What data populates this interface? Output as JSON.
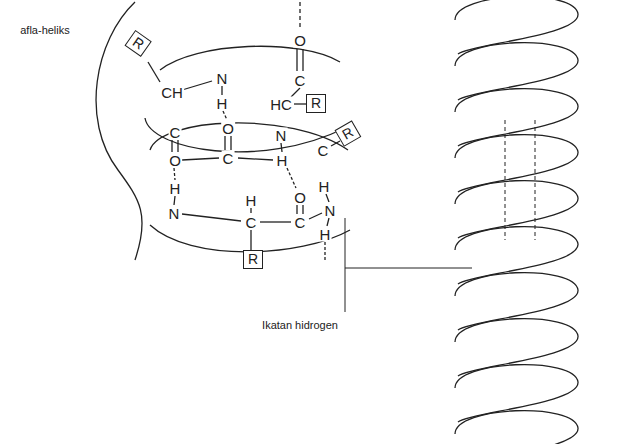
{
  "diagram": {
    "nodes": [
      {
        "text": [
          "R"
        ]
      },
      {
        "text": [
          "R"
        ]
      },
      {
        "text": [
          "R"
        ]
      },
      {
        "text": [
          "R"
        ]
      }
    ],
    "labels": [
      "afla-heliks",
      "CH",
      "N",
      "O",
      "C",
      "H",
      "HC",
      "C",
      "O",
      "O",
      "C",
      "N",
      "H",
      "C",
      "H",
      "N",
      "H",
      "C",
      "O",
      "C",
      "N",
      "H",
      "H",
      "Ikatan hidrogen"
    ]
  }
}
